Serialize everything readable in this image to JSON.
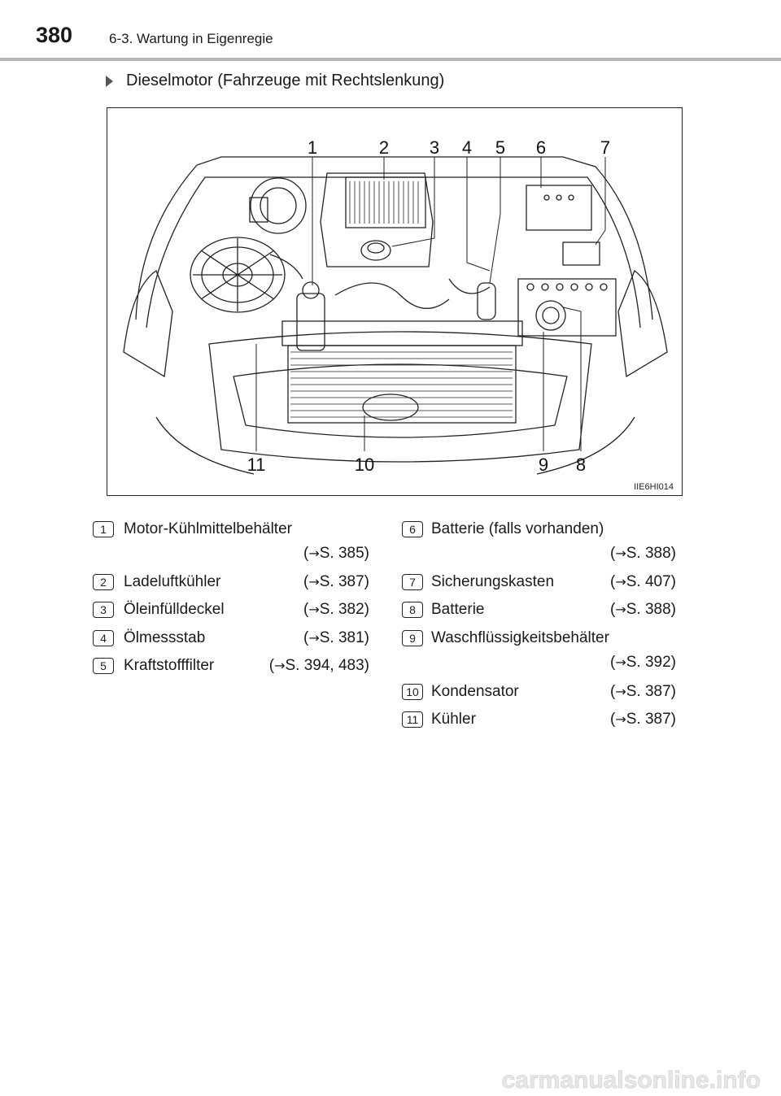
{
  "header": {
    "page_number": "380",
    "section": "6-3. Wartung in Eigenregie"
  },
  "subheading": "Dieselmotor (Fahrzeuge mit Rechtslenkung)",
  "figure": {
    "id_label": "IIE6HI014",
    "callouts": [
      "1",
      "2",
      "3",
      "4",
      "5",
      "6",
      "7",
      "8",
      "9",
      "10",
      "11"
    ]
  },
  "legend": {
    "arrow": "→",
    "items": [
      {
        "num": "1",
        "label": "Motor-Kühlmittelbehälter",
        "ref": "S. 385)"
      },
      {
        "num": "2",
        "label": "Ladeluftkühler",
        "ref": "S. 387)"
      },
      {
        "num": "3",
        "label": "Öleinfülldeckel",
        "ref": "S. 382)"
      },
      {
        "num": "4",
        "label": "Ölmessstab",
        "ref": "S. 381)"
      },
      {
        "num": "5",
        "label": "Kraftstofffilter",
        "ref": "S. 394, 483)"
      },
      {
        "num": "6",
        "label": "Batterie (falls vorhanden)",
        "ref": "S. 388)"
      },
      {
        "num": "7",
        "label": "Sicherungskasten",
        "ref": "S. 407)"
      },
      {
        "num": "8",
        "label": "Batterie",
        "ref": "S. 388)"
      },
      {
        "num": "9",
        "label": "Waschflüssigkeitsbehälter",
        "ref": "S. 392)"
      },
      {
        "num": "10",
        "label": "Kondensator",
        "ref": "S. 387)"
      },
      {
        "num": "11",
        "label": "Kühler",
        "ref": "S. 387)"
      }
    ]
  },
  "watermark": "carmanualsonline.info"
}
